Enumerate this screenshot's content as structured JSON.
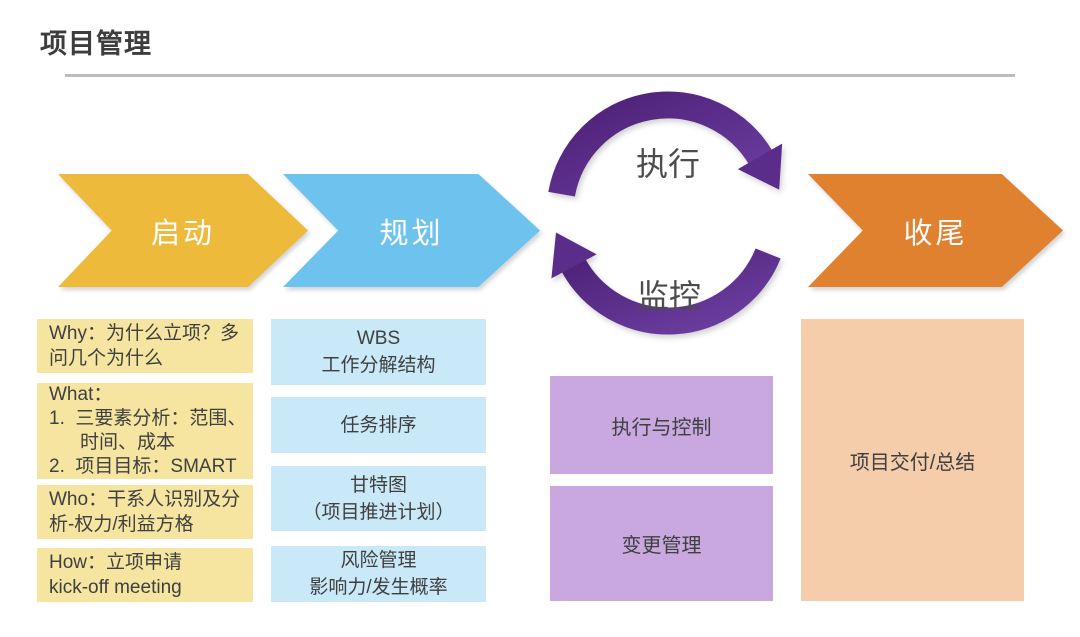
{
  "header": {
    "title": "项目管理"
  },
  "process": {
    "stages": [
      {
        "label": "启动"
      },
      {
        "label": "规划"
      },
      {
        "label": "收尾"
      }
    ],
    "cycle": {
      "top_label": "执行",
      "bottom_label": "监控"
    }
  },
  "columns": {
    "initiation": {
      "boxes": [
        {
          "lines": [
            "Why：为什么立项？多",
            "问几个为什么"
          ]
        },
        {
          "lines": [
            "What：",
            "1.  三要素分析：范围、",
            "时间、成本",
            "2.  项目目标：SMART"
          ]
        },
        {
          "lines": [
            "Who：干系人识别及分",
            "析-权力/利益方格"
          ]
        },
        {
          "lines": [
            "How：立项申请",
            "kick-off meeting"
          ]
        }
      ]
    },
    "planning": {
      "boxes": [
        {
          "lines": [
            "WBS",
            "工作分解结构"
          ]
        },
        {
          "lines": [
            "任务排序"
          ]
        },
        {
          "lines": [
            "甘特图",
            "（项目推进计划）"
          ]
        },
        {
          "lines": [
            "风险管理",
            "影响力/发生概率"
          ]
        }
      ]
    },
    "execution": {
      "boxes": [
        {
          "lines": [
            "执行与控制"
          ]
        },
        {
          "lines": [
            "变更管理"
          ]
        }
      ]
    },
    "closing": {
      "boxes": [
        {
          "lines": [
            "项目交付/总结"
          ]
        }
      ]
    }
  },
  "colors": {
    "stage_initiation": "#EEBA3C",
    "stage_planning": "#6DC3EE",
    "stage_closing": "#E08130",
    "cycle_purple": "#5B2D8A",
    "box_yellow": "#F6E4A1",
    "box_blue": "#C9E8F8",
    "box_purple": "#C9A8E0",
    "box_peach": "#F5CDAB",
    "title_text": "#3D3D3D",
    "box_text": "#3F3F3F",
    "arrow_label_text": "#FFFFFF",
    "divider": "#BCBCBC"
  }
}
